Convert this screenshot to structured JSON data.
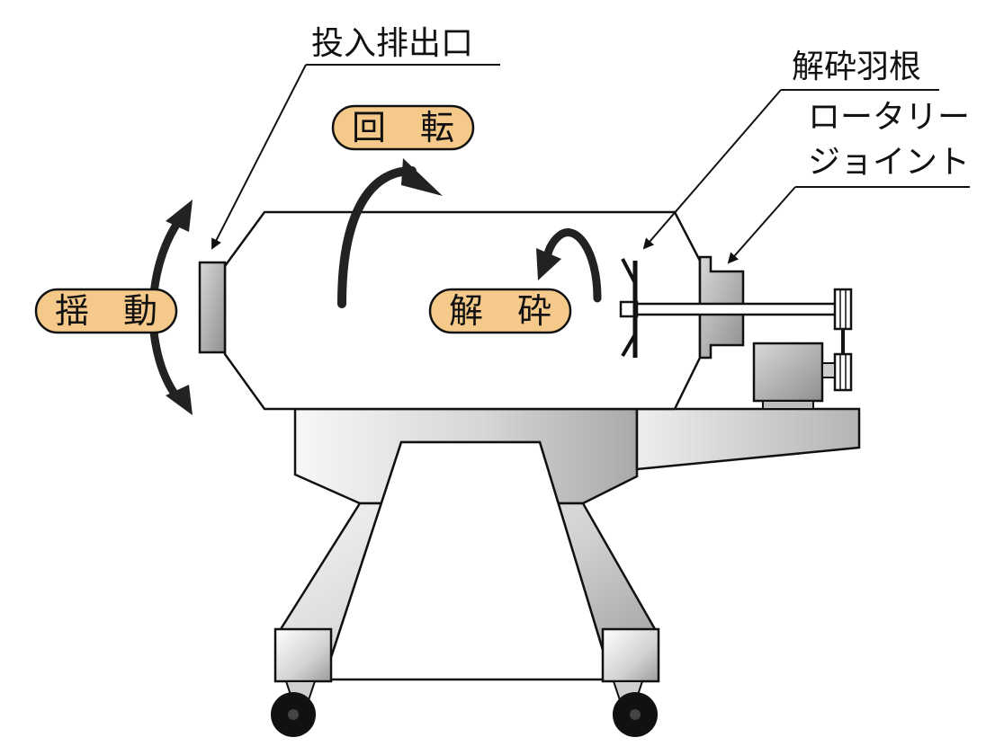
{
  "labels": {
    "inlet_outlet": "投入排出口",
    "crushing_blade": "解砕羽根",
    "rotary_joint_line1": "ロータリー",
    "rotary_joint_line2": "ジョイント"
  },
  "motions": {
    "rotation": "回　転",
    "rocking": "揺　動",
    "crushing": "解　砕"
  },
  "colors": {
    "pill_fill": "#F5C98A",
    "line": "#111111",
    "metal_light": "#F4F4F4",
    "metal_dark": "#9A9A9A",
    "arrow": "#222222"
  }
}
